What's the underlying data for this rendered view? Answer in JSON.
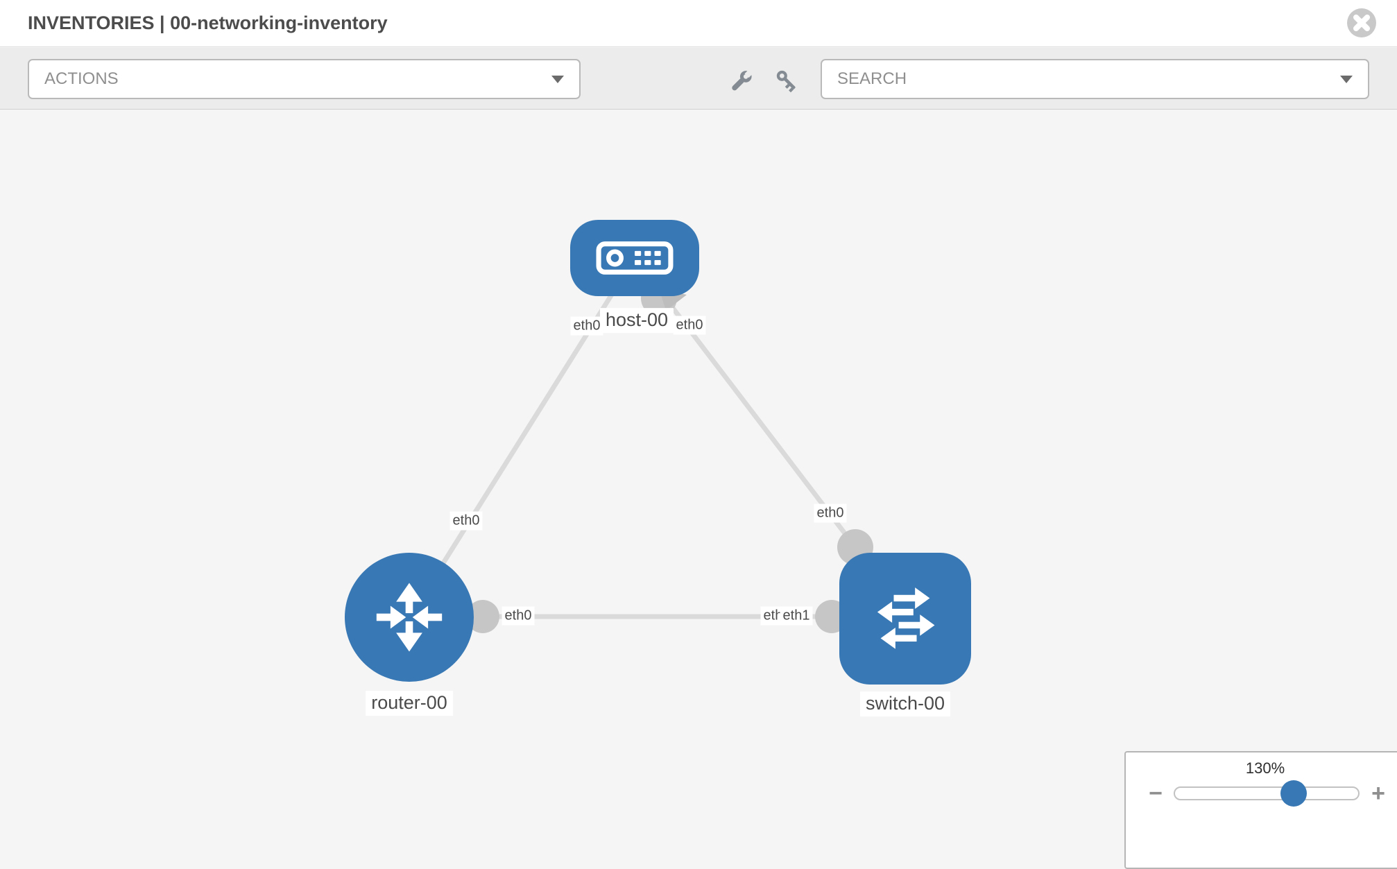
{
  "header": {
    "title": "INVENTORIES | 00-networking-inventory"
  },
  "toolbar": {
    "actions": {
      "label": "ACTIONS"
    },
    "search": {
      "label": "SEARCH"
    },
    "icons": [
      "wrench-icon",
      "key-icon"
    ]
  },
  "topology": {
    "nodes": [
      {
        "label": "host-00",
        "type": "host",
        "icon": "server-icon"
      },
      {
        "label": "router-00",
        "type": "router",
        "icon": "router-arrows-icon"
      },
      {
        "label": "switch-00",
        "type": "switch",
        "icon": "switch-arrows-icon"
      }
    ],
    "links": [
      {
        "from": "host-00",
        "to": "router-00",
        "from_port": "eth0",
        "to_port": "eth0"
      },
      {
        "from": "host-00",
        "to": "switch-00",
        "from_port": "eth0",
        "to_port": "eth0"
      },
      {
        "from": "router-00",
        "to": "switch-00",
        "from_port": "eth0",
        "to_port": "eth1"
      }
    ],
    "port_labels": {
      "host_left": "eth0",
      "host_right": "eth0",
      "mid_left": "eth0",
      "mid_right": "eth0",
      "router_right": "eth0",
      "switch_left_under": "eth0",
      "switch_left_over": "eth1"
    }
  },
  "zoom_control": {
    "percent": "130%",
    "value": 130,
    "minus": "−",
    "plus": "+"
  },
  "colors": {
    "node_blue": "#3878b4",
    "link_gray": "#dadada",
    "connector_gray": "#c6c6c6",
    "toolbar_gray": "#ececec",
    "canvas_gray": "#f5f5f5",
    "text_gray": "#4a4a4a"
  }
}
